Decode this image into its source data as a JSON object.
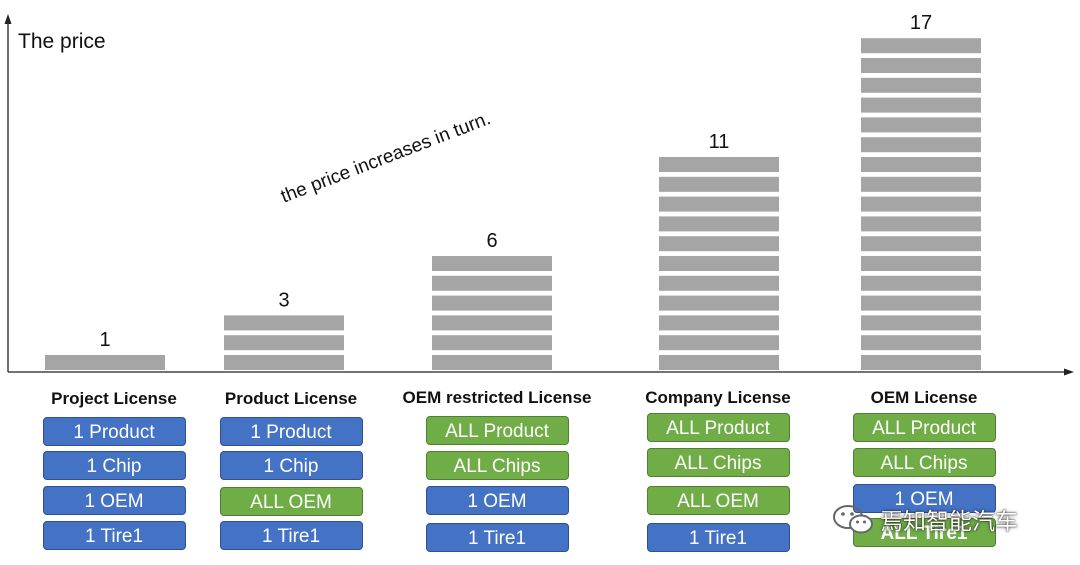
{
  "chart_data": {
    "type": "bar",
    "title": "",
    "ylabel": "The price",
    "xlabel": "",
    "annotation": "the price increases in turn.",
    "categories": [
      "Project License",
      "Product License",
      "OEM restricted License",
      "Company License",
      "OEM License"
    ],
    "values": [
      1,
      3,
      6,
      11,
      17
    ],
    "ylim": [
      0,
      17
    ],
    "bar_color": "#a5a5a5",
    "stack_unit": 1,
    "grid": false
  },
  "licenses": [
    {
      "title": "Project License",
      "items": [
        {
          "label": "1 Product",
          "color": "blue"
        },
        {
          "label": "1 Chip",
          "color": "blue"
        },
        {
          "label": "1 OEM",
          "color": "blue"
        },
        {
          "label": "1 Tire1",
          "color": "blue"
        }
      ]
    },
    {
      "title": "Product License",
      "items": [
        {
          "label": "1 Product",
          "color": "blue"
        },
        {
          "label": "1 Chip",
          "color": "blue"
        },
        {
          "label": "ALL OEM",
          "color": "green"
        },
        {
          "label": "1 Tire1",
          "color": "blue"
        }
      ]
    },
    {
      "title": "OEM restricted License",
      "items": [
        {
          "label": "ALL Product",
          "color": "green"
        },
        {
          "label": "ALL Chips",
          "color": "green"
        },
        {
          "label": "1 OEM",
          "color": "blue"
        },
        {
          "label": "1 Tire1",
          "color": "blue"
        }
      ]
    },
    {
      "title": "Company License",
      "items": [
        {
          "label": "ALL Product",
          "color": "green"
        },
        {
          "label": "ALL Chips",
          "color": "green"
        },
        {
          "label": "ALL OEM",
          "color": "green"
        },
        {
          "label": "1 Tire1",
          "color": "blue"
        }
      ]
    },
    {
      "title": "OEM License",
      "items": [
        {
          "label": "ALL Product",
          "color": "green"
        },
        {
          "label": "ALL Chips",
          "color": "green"
        },
        {
          "label": "1 OEM",
          "color": "blue"
        },
        {
          "label": "ALL Tire1",
          "color": "green"
        }
      ]
    }
  ],
  "colors": {
    "blue": "#4472c4",
    "green": "#70ad47",
    "bar": "#a5a5a5"
  },
  "watermark": {
    "text": "焉知智能汽车",
    "icon": "wechat-icon"
  }
}
